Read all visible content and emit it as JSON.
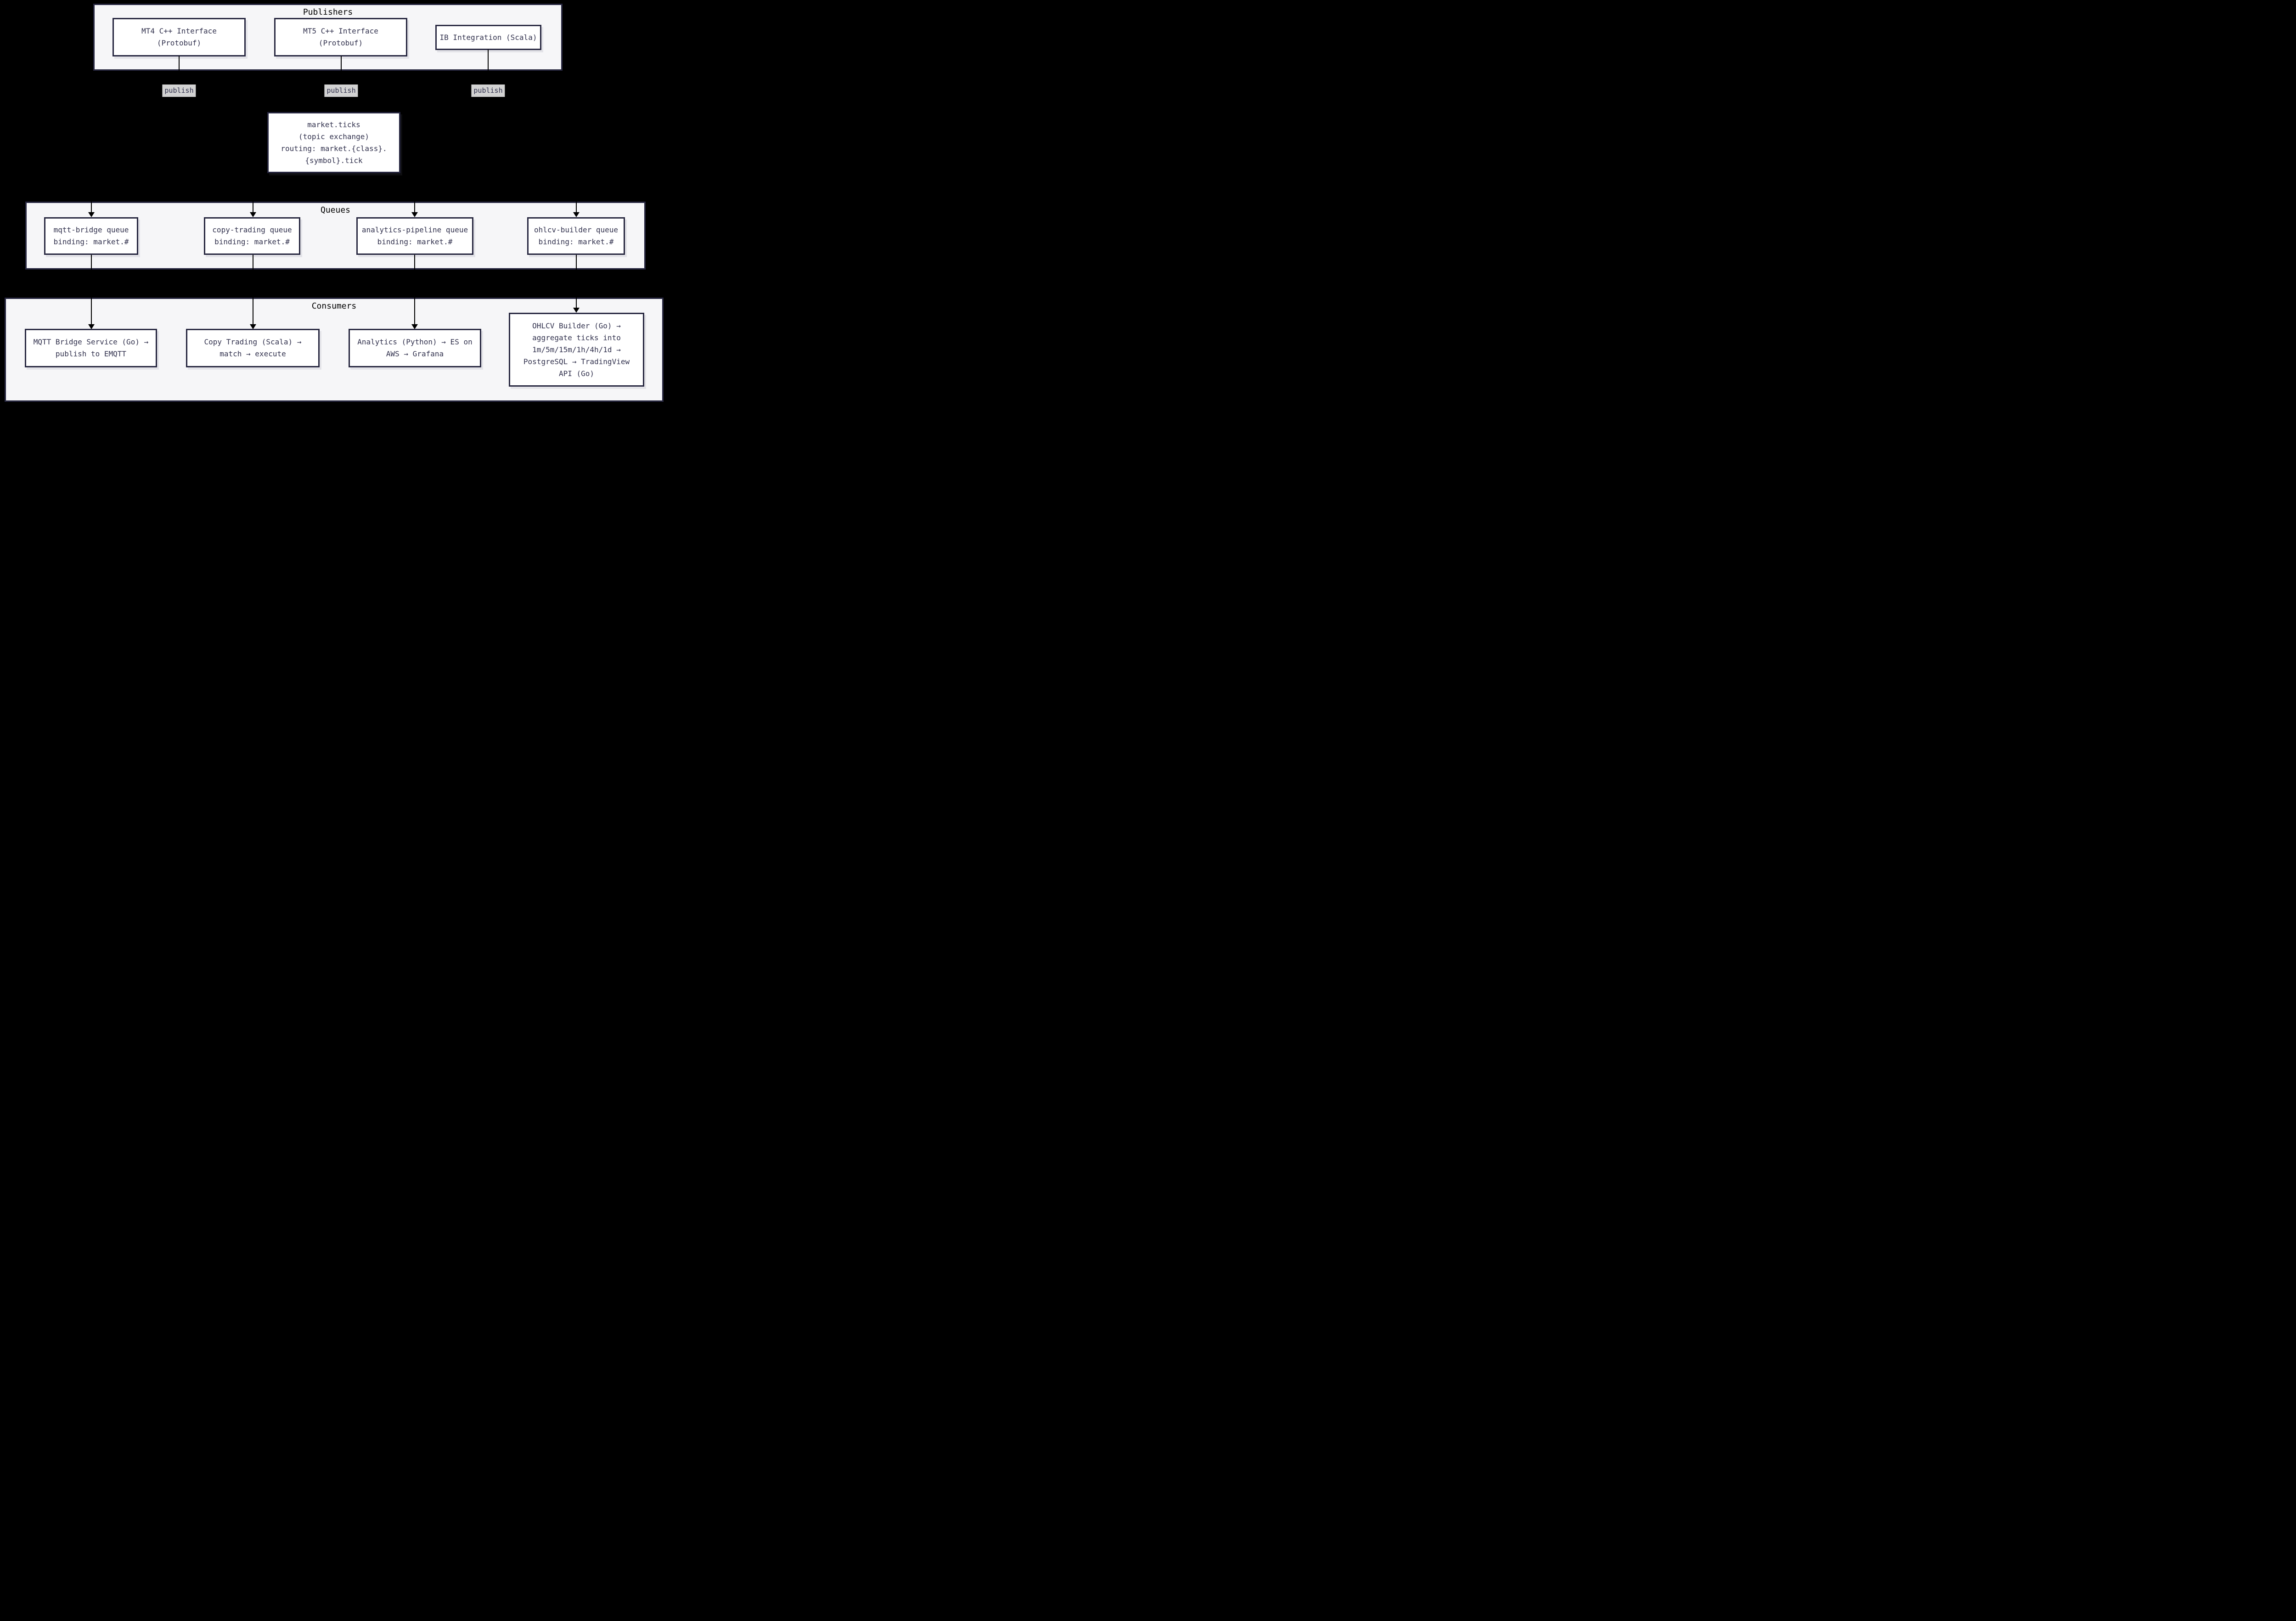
{
  "publishers": {
    "title": "Publishers",
    "nodes": [
      {
        "id": "mt4",
        "label": "MT4 C++ Interface\n(Protobuf)"
      },
      {
        "id": "mt5",
        "label": "MT5 C++ Interface\n(Protobuf)"
      },
      {
        "id": "ib",
        "label": "IB Integration (Scala)"
      }
    ]
  },
  "edge_labels": {
    "mt4_publish": "publish",
    "mt5_publish": "publish",
    "ib_publish": "publish"
  },
  "exchange": {
    "label": "market.ticks\n(topic exchange)\nrouting: market.{class}.\n{symbol}.tick"
  },
  "queues": {
    "title": "Queues",
    "nodes": [
      {
        "id": "mqtt-bridge-queue",
        "label": "mqtt-bridge queue\nbinding: market.#"
      },
      {
        "id": "copy-trading-queue",
        "label": "copy-trading queue\nbinding: market.#"
      },
      {
        "id": "analytics-pipeline-queue",
        "label": "analytics-pipeline queue\nbinding: market.#"
      },
      {
        "id": "ohlcv-builder-queue",
        "label": "ohlcv-builder queue\nbinding: market.#"
      }
    ]
  },
  "consumers": {
    "title": "Consumers",
    "nodes": [
      {
        "id": "mqtt-bridge-service",
        "label": "MQTT Bridge Service (Go) →\npublish to EMQTT"
      },
      {
        "id": "copy-trading-service",
        "label": "Copy Trading (Scala) →\nmatch → execute"
      },
      {
        "id": "analytics-service",
        "label": "Analytics (Python) → ES on\nAWS → Grafana"
      },
      {
        "id": "ohlcv-builder-service",
        "label": "OHLCV Builder (Go) →\naggregate ticks into\n1m/5m/15m/1h/4h/1d →\nPostgreSQL → TradingView\nAPI (Go)"
      }
    ]
  },
  "colors": {
    "background": "#000000",
    "cluster_fill": "#f6f6f8",
    "cluster_border": "#272740",
    "node_fill": "#ffffff",
    "node_border": "#272740",
    "node_text": "#32324e",
    "cluster_title_text": "#000000",
    "edge": "#000000",
    "edge_label_bg": "#d2d2d2"
  }
}
